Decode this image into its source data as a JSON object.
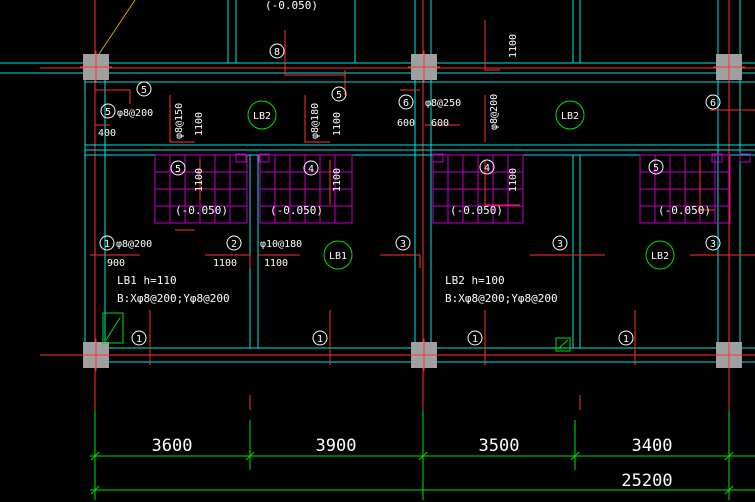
{
  "colors": {
    "background": "#000000",
    "beam": "#00e5e5",
    "rebar": "#ff4040",
    "label": "#ffffff",
    "dimension": "#00e000",
    "slab_id": "#00e000",
    "hatch": "#c000c0",
    "column": "#a0a0a0"
  },
  "elevations": {
    "top": "(-0.050)",
    "b1": "(-0.050)",
    "b2": "(-0.050)",
    "b3": "(-0.050)",
    "b4": "(-0.050)"
  },
  "slab_ids": {
    "top_left": "LB2",
    "top_right": "LB2",
    "mid": "LB1",
    "right": "LB2"
  },
  "rebar": {
    "r5_spec": "φ8@200",
    "r5_len": "400",
    "r_c150": "φ8@150",
    "r_c150_len": "1100",
    "r_c180": "φ8@180",
    "r_c180_len": "1100",
    "r6_spec": "φ8@250",
    "r6_len_a": "600",
    "r6_len_b": "600",
    "r_c200": "φ8@200",
    "r_top_len": "1100",
    "r1_spec": "φ8@200",
    "r1_len": "900",
    "r2_len": "1100",
    "r2b_spec": "φ10@180",
    "r2b_len": "1100",
    "hatch_len_1": "1100",
    "hatch_len_2": "1100",
    "hatch_len_3": "1100"
  },
  "bubbles": {
    "n1": "1",
    "n2": "2",
    "n3": "3",
    "n3b": "3",
    "n3c": "3",
    "n4": "4",
    "n5": "5",
    "n5b": "5",
    "n5c": "5",
    "n6": "6",
    "n6b": "6",
    "n8": "8",
    "n1a": "1",
    "n1b": "1",
    "n1c": "1",
    "n1d": "1",
    "n5d": "5",
    "n4b": "4",
    "n5e": "5"
  },
  "notes": {
    "lb1_title": "LB1 h=110",
    "lb1_rebar": "B:Xφ8@200;Yφ8@200",
    "lb2_title": "LB2 h=100",
    "lb2_rebar": "B:Xφ8@200;Yφ8@200"
  },
  "dimensions": {
    "d1": "3600",
    "d2": "3900",
    "d3": "3500",
    "d4": "3400",
    "total": "25200"
  }
}
